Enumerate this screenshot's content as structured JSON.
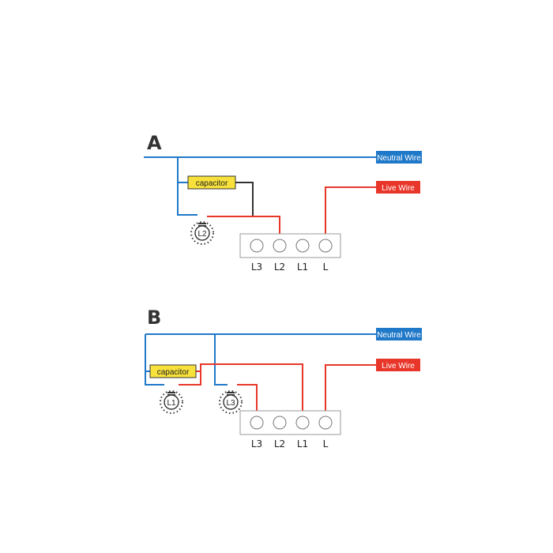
{
  "colors": {
    "neutral": "#1f78c8",
    "live": "#e8372a",
    "capacitor": "#f7e13a",
    "wire_dark": "#333333"
  },
  "diagram_a": {
    "title": "A",
    "neutral_label": "Neutral Wire",
    "live_label": "Live Wire",
    "capacitor_label": "capacitor",
    "lamp_label": "L2",
    "terminals": [
      "L3",
      "L2",
      "L1",
      "L"
    ]
  },
  "diagram_b": {
    "title": "B",
    "neutral_label": "Neutral Wire",
    "live_label": "Live Wire",
    "capacitor_label": "capacitor",
    "lamp1_label": "L1",
    "lamp2_label": "L3",
    "terminals": [
      "L3",
      "L2",
      "L1",
      "L"
    ]
  }
}
